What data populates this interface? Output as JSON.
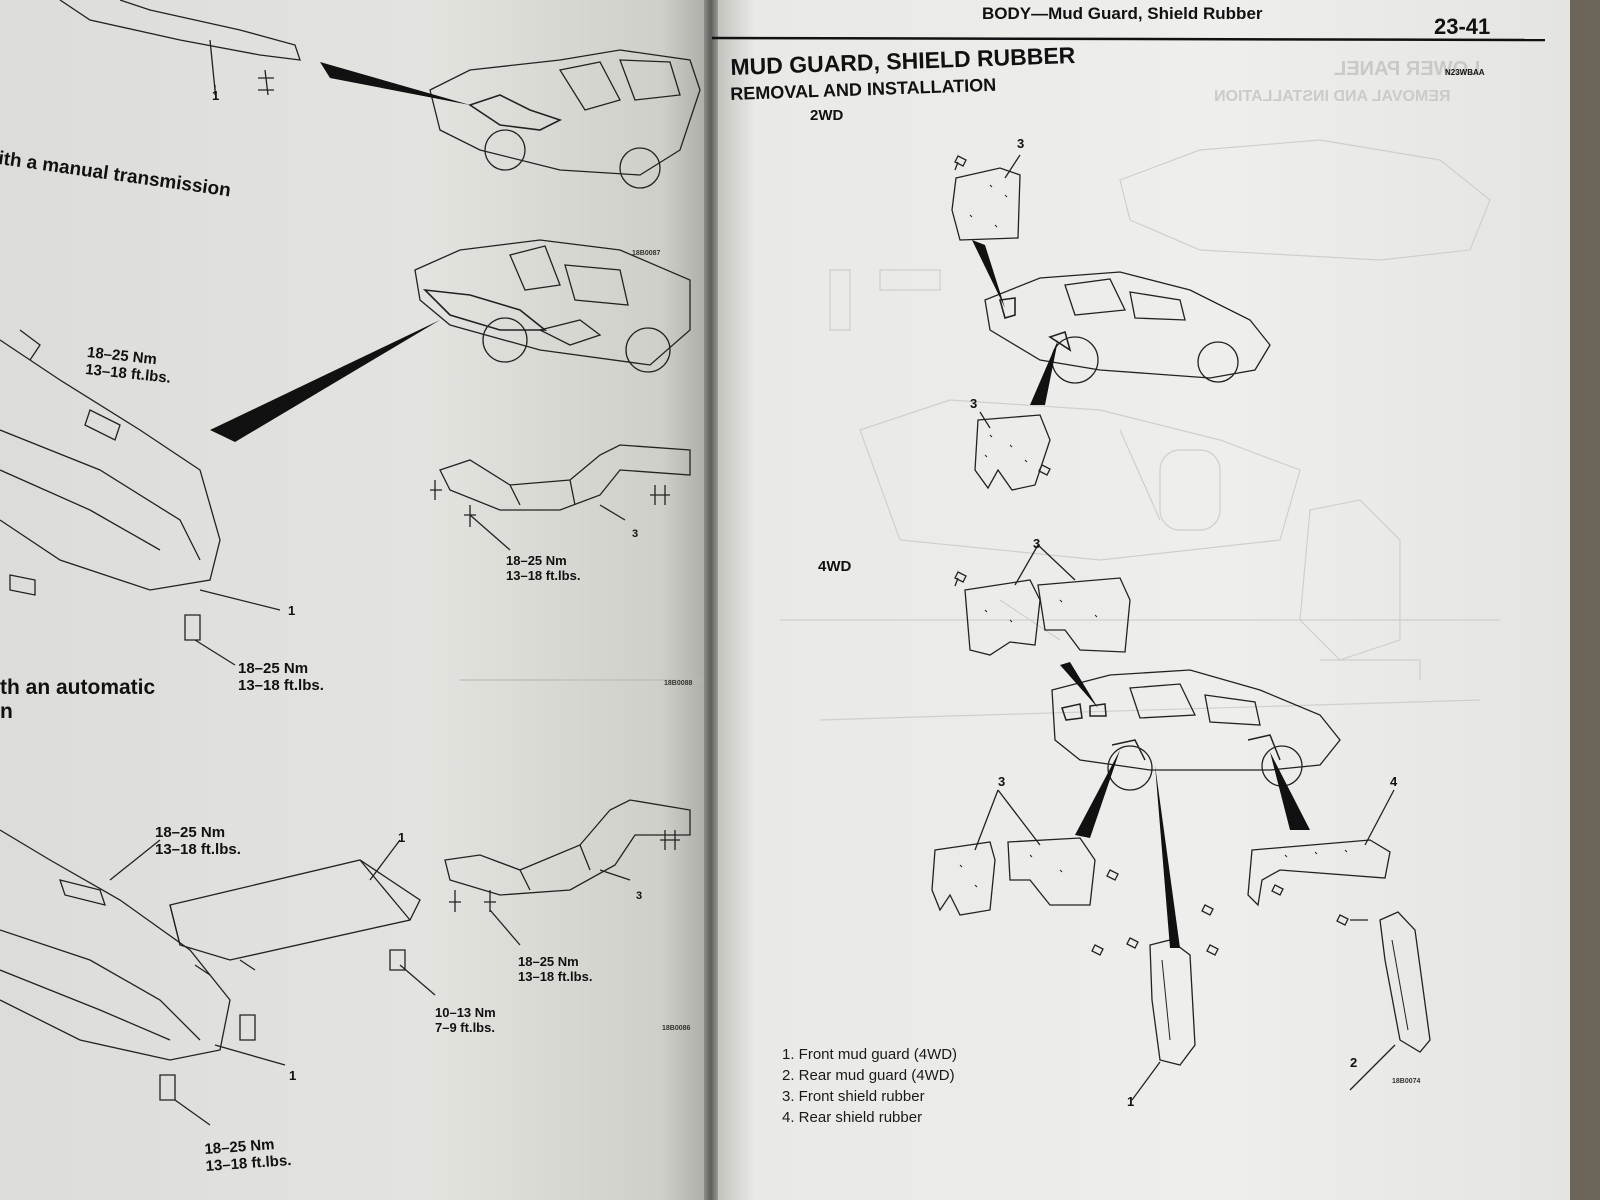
{
  "left_page": {
    "section_manual": "ith a manual transmission",
    "section_automatic_line1": "th an automatic",
    "section_automatic_line2": "n",
    "torque_specs": {
      "manual_left": {
        "nm": "18–25 Nm",
        "ftlbs": "13–18 ft.lbs."
      },
      "manual_bolt": {
        "nm": "18–25 Nm",
        "ftlbs": "13–18 ft.lbs."
      },
      "manual_bottom": {
        "nm": "18–25 Nm",
        "ftlbs": "13–18 ft.lbs."
      },
      "auto_top": {
        "nm": "18–25 Nm",
        "ftlbs": "13–18 ft.lbs."
      },
      "auto_bolt": {
        "nm": "18–25 Nm",
        "ftlbs": "13–18 ft.lbs."
      },
      "auto_cover": {
        "nm": "10–13 Nm",
        "ftlbs": "7–9 ft.lbs."
      },
      "auto_bottom": {
        "nm": "18–25 Nm",
        "ftlbs": "13–18 ft.lbs."
      }
    },
    "callouts": {
      "top_1": "1",
      "manual_3": "3",
      "manual_1": "1",
      "auto_1_top": "1",
      "auto_3": "3",
      "auto_1_bottom": "1"
    },
    "figure_ids": {
      "fig_a": "18B0087",
      "fig_b": "18B0088",
      "fig_c": "18B0086"
    }
  },
  "right_page": {
    "running_header": "BODY—Mud Guard, Shield Rubber",
    "page_number": "23-41",
    "title": "MUD GUARD, SHIELD RUBBER",
    "subtitle": "REMOVAL AND INSTALLATION",
    "doc_code": "N23WBAA",
    "variant_2wd": "2WD",
    "variant_4wd": "4WD",
    "callouts": {
      "c2wd_top": "3",
      "c2wd_bottom": "3",
      "c4wd_top": "3",
      "c4wd_left": "3",
      "c4wd_rear": "4",
      "c4wd_front_guard": "1",
      "c4wd_rear_guard": "2"
    },
    "figure_id": "18B0074",
    "legend": [
      "1.  Front mud guard (4WD)",
      "2.  Rear mud guard (4WD)",
      "3.  Front shield rubber",
      "4.  Rear shield rubber"
    ],
    "bleed_through": {
      "header": "LOWER PANEL",
      "subheader": "REMOVAL AND INSTALLATION"
    }
  }
}
